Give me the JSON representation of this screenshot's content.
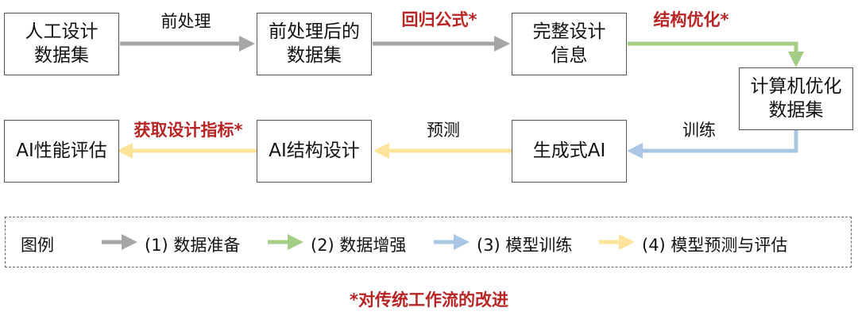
{
  "colors": {
    "gray": "#a6a6a6",
    "green": "#a3cc84",
    "blue": "#a9c6e4",
    "yellow": "#fde49a",
    "red": "#b82424"
  },
  "nodes": {
    "manual_dataset": "人工设计\n数据集",
    "preprocessed_dataset": "前处理后的\n数据集",
    "complete_design_info": "完整设计\n信息",
    "computer_optimized_dataset": "计算机优化\n数据集",
    "generative_ai": "生成式AI",
    "ai_structure_design": "AI结构设计",
    "ai_performance_eval": "AI性能评估"
  },
  "edges": {
    "preprocess": "前处理",
    "regression": "回归公式*",
    "structure_opt": "结构优化*",
    "train": "训练",
    "predict": "预测",
    "get_metrics": "获取设计指标*"
  },
  "legend": {
    "title": "图例",
    "items": [
      {
        "label": "(1) 数据准备",
        "color": "gray"
      },
      {
        "label": "(2) 数据增强",
        "color": "green"
      },
      {
        "label": "(3) 模型训练",
        "color": "blue"
      },
      {
        "label": "(4) 模型预测与评估",
        "color": "yellow"
      }
    ]
  },
  "footnote": "*对传统工作流的改进"
}
